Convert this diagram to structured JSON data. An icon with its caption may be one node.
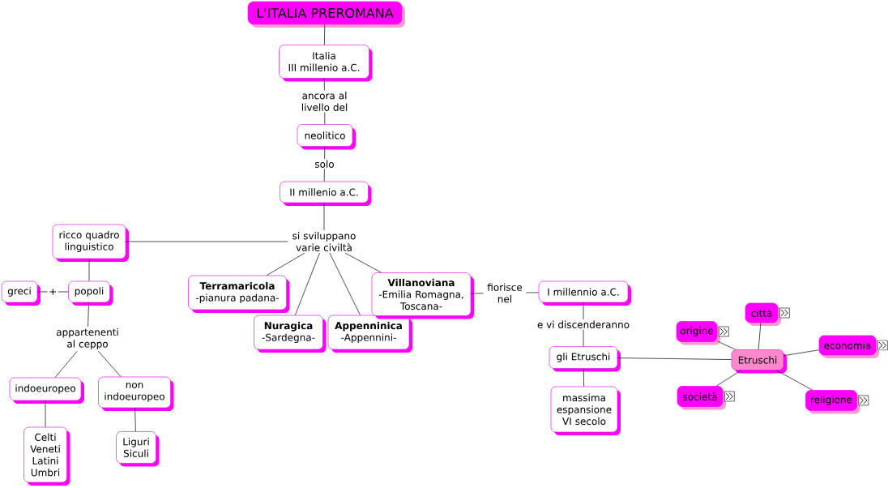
{
  "diagram": {
    "nodes": [
      {
        "text": [
          "L'ITALIA PREROMANA"
        ]
      },
      {
        "text": [
          "Italia III millenio a.C."
        ]
      },
      {
        "text": [
          "neolitico"
        ]
      },
      {
        "text": [
          "II millenio a.C."
        ]
      },
      {
        "text": [
          "si sviluppano varie civiltà"
        ]
      },
      {
        "text": [
          "ricco quadro linguistico"
        ]
      },
      {
        "text": [
          "greci"
        ]
      },
      {
        "text": [
          "popoli"
        ]
      },
      {
        "text": [
          "appartenenti al ceppo"
        ]
      },
      {
        "text": [
          "indoeuropeo"
        ]
      },
      {
        "text": [
          "non indoeuropeo"
        ]
      },
      {
        "text": [
          "Celti Veneti Latini Umbri"
        ]
      },
      {
        "text": [
          "Liguri Siculi"
        ]
      },
      {
        "text": [
          "Terramaricola",
          "-pianura padana-"
        ]
      },
      {
        "text": [
          "Nuragica",
          "-Sardegna-"
        ]
      },
      {
        "text": [
          "Appenninica",
          "-Appennini-"
        ]
      },
      {
        "text": [
          "Villanoviana",
          "-Emilia Romagna, Toscana-"
        ]
      },
      {
        "text": [
          "I millennio a.C."
        ]
      },
      {
        "text": [
          "gli Etruschi"
        ]
      },
      {
        "text": [
          "massima espansione VI secolo"
        ]
      },
      {
        "text": [
          "Etruschi"
        ]
      },
      {
        "text": [
          "città"
        ]
      },
      {
        "text": [
          "origine"
        ]
      },
      {
        "text": [
          "economia"
        ]
      },
      {
        "text": [
          "società"
        ]
      },
      {
        "text": [
          "religione"
        ]
      }
    ],
    "edges": [
      {
        "from": 0,
        "to": 1,
        "arrow": "none"
      },
      {
        "from": 1,
        "to": 2,
        "arrow": "none",
        "label": "ancora al livello del"
      },
      {
        "from": 2,
        "to": 3,
        "arrow": "none",
        "label": "solo"
      },
      {
        "from": 3,
        "to": 4,
        "arrow": "none"
      },
      {
        "from": 4,
        "to": 5,
        "arrow": "none"
      },
      {
        "from": 5,
        "to": 7,
        "arrow": "none"
      },
      {
        "from": 6,
        "to": 7,
        "arrow": "none",
        "label": "+"
      },
      {
        "from": 7,
        "to": 8,
        "arrow": "none"
      },
      {
        "from": 8,
        "to": 9,
        "arrow": "none"
      },
      {
        "from": 8,
        "to": 10,
        "arrow": "none"
      },
      {
        "from": 9,
        "to": 11,
        "arrow": "none"
      },
      {
        "from": 10,
        "to": 12,
        "arrow": "none"
      },
      {
        "from": 4,
        "to": 13,
        "arrow": "none"
      },
      {
        "from": 4,
        "to": 14,
        "arrow": "none"
      },
      {
        "from": 4,
        "to": 15,
        "arrow": "none"
      },
      {
        "from": 4,
        "to": 16,
        "arrow": "none"
      },
      {
        "from": 16,
        "to": 17,
        "arrow": "none",
        "label": "fiorisce nel"
      },
      {
        "from": 17,
        "to": 18,
        "arrow": "none",
        "label": "e vi discenderanno"
      },
      {
        "from": 18,
        "to": 19,
        "arrow": "none"
      },
      {
        "from": 18,
        "to": 20,
        "arrow": "none"
      },
      {
        "from": 20,
        "to": 21,
        "arrow": "none"
      },
      {
        "from": 20,
        "to": 22,
        "arrow": "none"
      },
      {
        "from": 20,
        "to": 23,
        "arrow": "none"
      },
      {
        "from": 20,
        "to": 24,
        "arrow": "none"
      },
      {
        "from": 20,
        "to": 25,
        "arrow": "none"
      }
    ]
  }
}
